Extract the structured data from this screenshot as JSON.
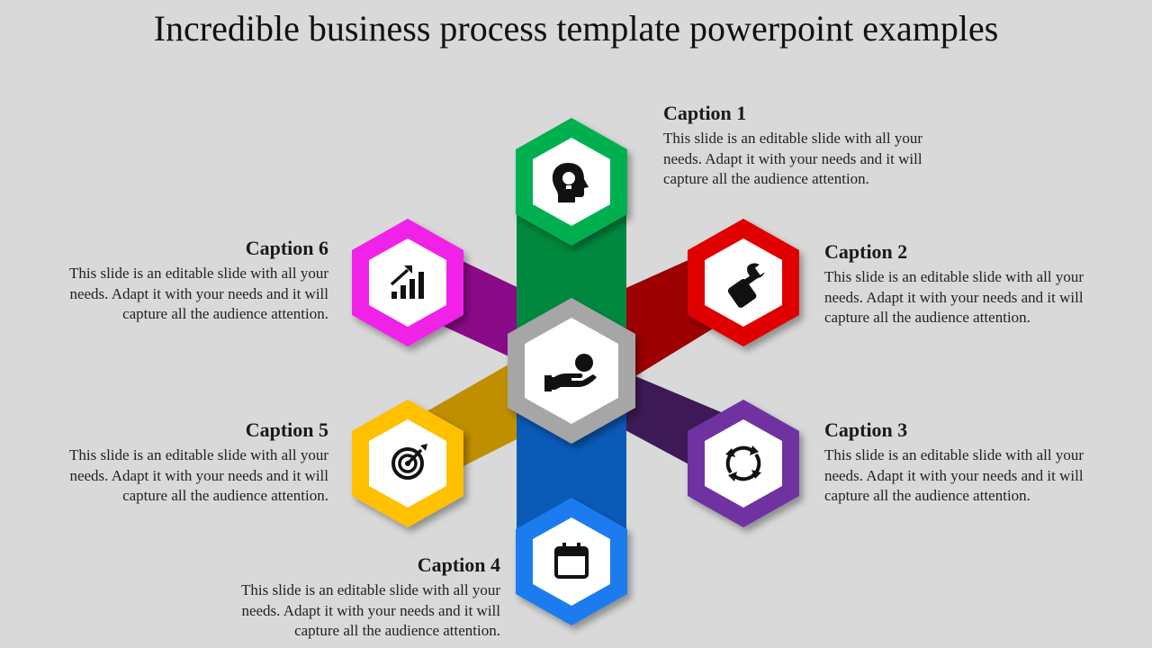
{
  "title": "Incredible business process template powerpoint examples",
  "center": {
    "icon": "hand-ball-icon",
    "color": "#a6a6a6"
  },
  "captions": [
    {
      "id": 1,
      "title": "Caption 1",
      "text": "This slide is an editable slide with all your needs. Adapt it with your needs and it will capture all the audience attention.",
      "color": "#00b050",
      "band": "#00883f",
      "icon": "head-idea-icon"
    },
    {
      "id": 2,
      "title": "Caption 2",
      "text": "This slide is an editable slide with all your needs. Adapt it with your needs and it will capture all the audience attention.",
      "color": "#e00000",
      "band": "#9c0000",
      "icon": "tools-icon"
    },
    {
      "id": 3,
      "title": "Caption 3",
      "text": "This slide is an editable slide with all your needs. Adapt it with your needs and it will capture all the audience attention.",
      "color": "#7030a0",
      "band": "#3d1a55",
      "icon": "refresh-cycle-icon"
    },
    {
      "id": 4,
      "title": "Caption 4",
      "text": "This slide is an editable slide with all your needs. Adapt it with your needs and it will capture all the audience attention.",
      "color": "#1b7bef",
      "band": "#0a5ab8",
      "icon": "calendar-icon"
    },
    {
      "id": 5,
      "title": "Caption 5",
      "text": "This slide is an editable slide with all your needs. Adapt it with your needs and it will capture all the audience attention.",
      "color": "#ffc000",
      "band": "#bf8f00",
      "icon": "target-icon"
    },
    {
      "id": 6,
      "title": "Caption 6",
      "text": "This slide is an editable slide with all your needs. Adapt it with your needs and it will capture all the audience attention.",
      "color": "#f020e8",
      "band": "#8a0a88",
      "icon": "growth-chart-icon"
    }
  ]
}
